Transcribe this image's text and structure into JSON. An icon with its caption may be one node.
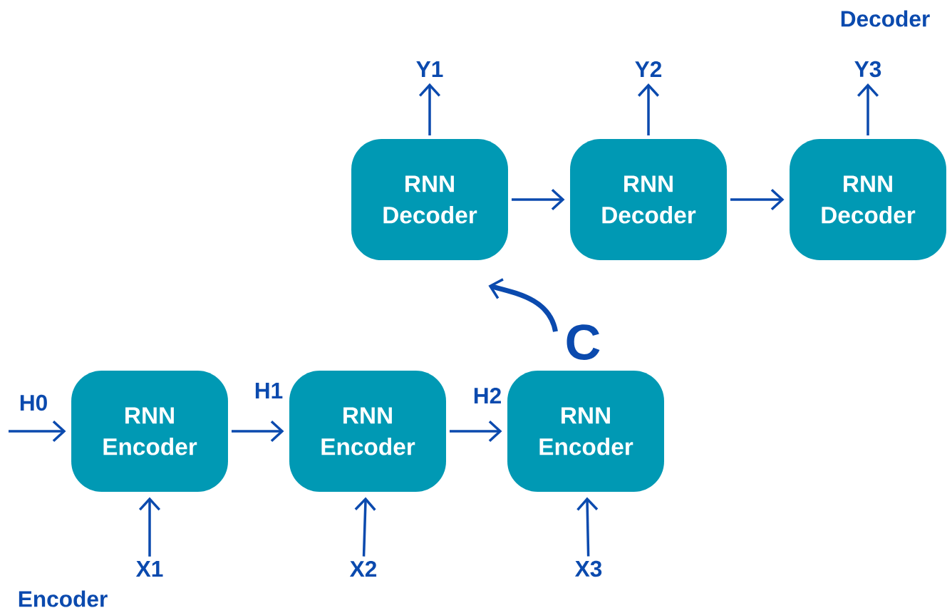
{
  "diagram": {
    "nodes": [
      {
        "text": [
          "RNN Decoder"
        ]
      },
      {
        "text": [
          "RNN Decoder"
        ]
      },
      {
        "text": [
          "RNN Decoder"
        ]
      },
      {
        "text": [
          "RNN Encoder"
        ]
      },
      {
        "text": [
          "RNN Encoder"
        ]
      },
      {
        "text": [
          "RNN Encoder"
        ]
      },
      {
        "text": [
          "Y1"
        ]
      },
      {
        "text": [
          "Y2"
        ]
      },
      {
        "text": [
          "Y3"
        ]
      },
      {
        "text": [
          "X1"
        ]
      },
      {
        "text": [
          "X2"
        ]
      },
      {
        "text": [
          "X3"
        ]
      }
    ],
    "edges": [
      {
        "from": 0,
        "to": 1,
        "arrow": "to"
      },
      {
        "from": 1,
        "to": 2,
        "arrow": "to"
      },
      {
        "from": 0,
        "to": 6,
        "arrow": "to"
      },
      {
        "from": 1,
        "to": 7,
        "arrow": "to"
      },
      {
        "from": 2,
        "to": 8,
        "arrow": "to"
      },
      {
        "from": null,
        "to": 3,
        "arrow": "to",
        "label": "H0"
      },
      {
        "from": 3,
        "to": 4,
        "arrow": "to",
        "label": "H1"
      },
      {
        "from": 4,
        "to": 5,
        "arrow": "to",
        "label": "H2"
      },
      {
        "from": 9,
        "to": 3,
        "arrow": "to"
      },
      {
        "from": 10,
        "to": 4,
        "arrow": "to"
      },
      {
        "from": 11,
        "to": 5,
        "arrow": "to"
      },
      {
        "from": 5,
        "to": 0,
        "arrow": "to",
        "label": "C",
        "style": "thick"
      }
    ],
    "labels": [
      "Decoder",
      "Encoder"
    ]
  }
}
